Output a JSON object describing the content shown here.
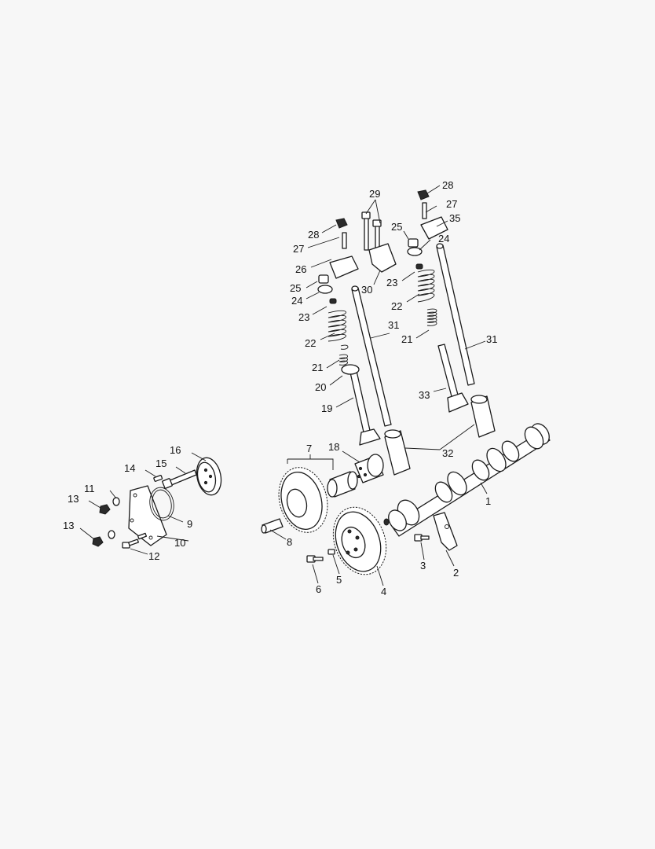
{
  "callouts": [
    {
      "id": "c1",
      "label": "1"
    },
    {
      "id": "c2",
      "label": "2"
    },
    {
      "id": "c3",
      "label": "3"
    },
    {
      "id": "c4",
      "label": "4"
    },
    {
      "id": "c5",
      "label": "5"
    },
    {
      "id": "c6",
      "label": "6"
    },
    {
      "id": "c7",
      "label": "7"
    },
    {
      "id": "c8",
      "label": "8"
    },
    {
      "id": "c9",
      "label": "9"
    },
    {
      "id": "c10",
      "label": "10"
    },
    {
      "id": "c11",
      "label": "11"
    },
    {
      "id": "c12",
      "label": "12"
    },
    {
      "id": "c13a",
      "label": "13"
    },
    {
      "id": "c13b",
      "label": "13"
    },
    {
      "id": "c14",
      "label": "14"
    },
    {
      "id": "c15",
      "label": "15"
    },
    {
      "id": "c16",
      "label": "16"
    },
    {
      "id": "c18",
      "label": "18"
    },
    {
      "id": "c19",
      "label": "19"
    },
    {
      "id": "c20",
      "label": "20"
    },
    {
      "id": "c21a",
      "label": "21"
    },
    {
      "id": "c21b",
      "label": "21"
    },
    {
      "id": "c22a",
      "label": "22"
    },
    {
      "id": "c22b",
      "label": "22"
    },
    {
      "id": "c23a",
      "label": "23"
    },
    {
      "id": "c23b",
      "label": "23"
    },
    {
      "id": "c24a",
      "label": "24"
    },
    {
      "id": "c24b",
      "label": "24"
    },
    {
      "id": "c25a",
      "label": "25"
    },
    {
      "id": "c25b",
      "label": "25"
    },
    {
      "id": "c26",
      "label": "26"
    },
    {
      "id": "c27a",
      "label": "27"
    },
    {
      "id": "c27b",
      "label": "27"
    },
    {
      "id": "c28a",
      "label": "28"
    },
    {
      "id": "c28b",
      "label": "28"
    },
    {
      "id": "c29",
      "label": "29"
    },
    {
      "id": "c30",
      "label": "30"
    },
    {
      "id": "c31a",
      "label": "31"
    },
    {
      "id": "c31b",
      "label": "31"
    },
    {
      "id": "c32",
      "label": "32"
    },
    {
      "id": "c33",
      "label": "33"
    },
    {
      "id": "c35",
      "label": "35"
    }
  ]
}
